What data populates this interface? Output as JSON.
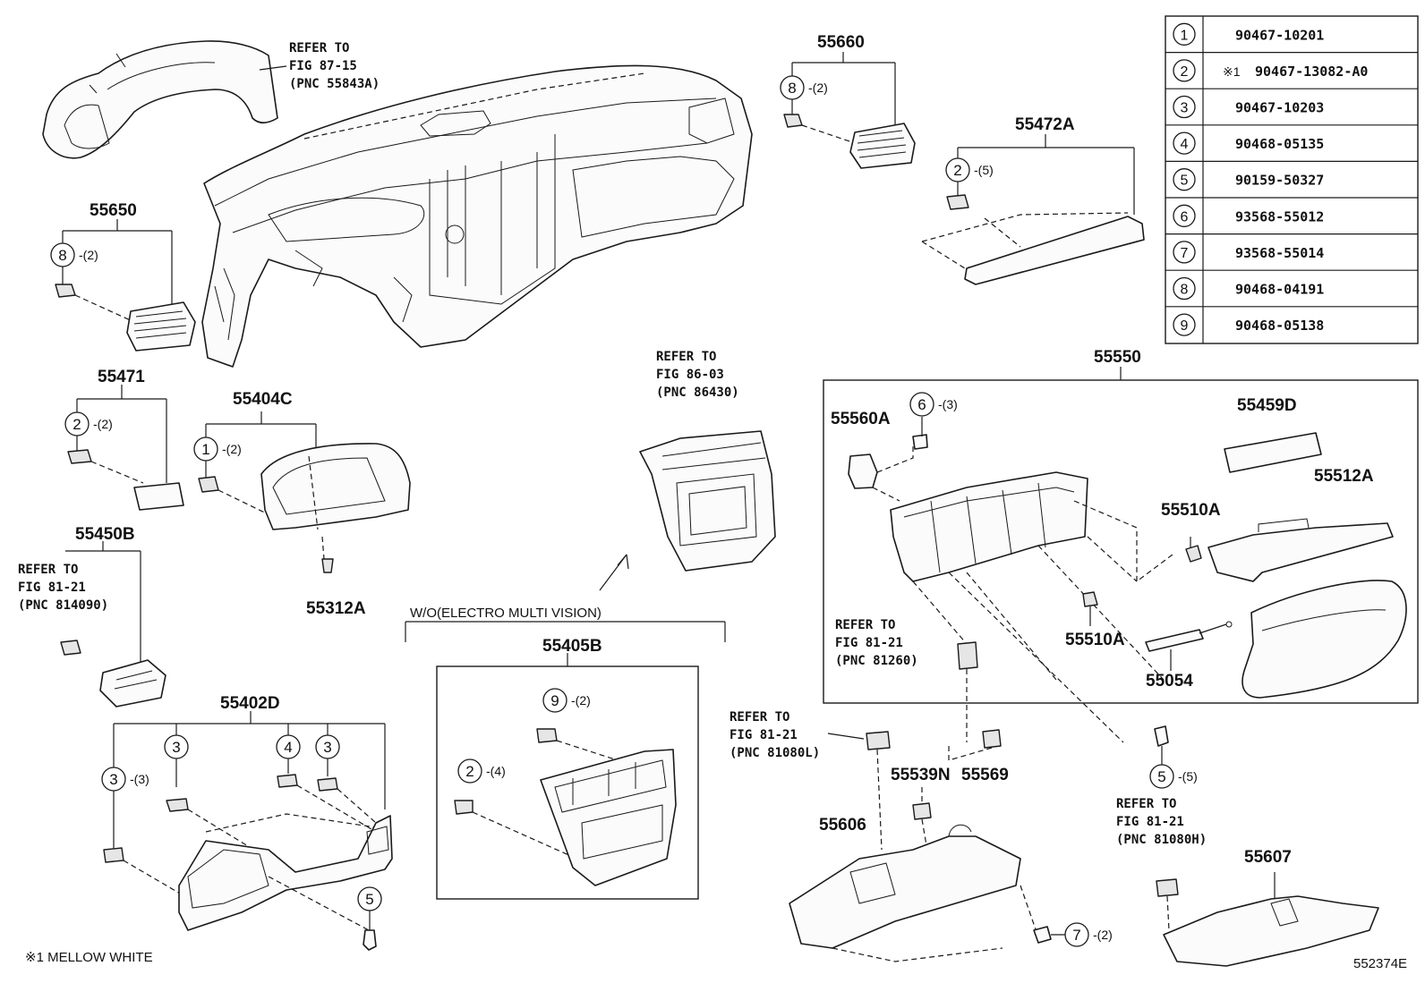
{
  "legend": [
    {
      "num": "1",
      "part": "90467-10201",
      "note": ""
    },
    {
      "num": "2",
      "part": "90467-13082-A0",
      "note": "※1"
    },
    {
      "num": "3",
      "part": "90467-10203",
      "note": ""
    },
    {
      "num": "4",
      "part": "90468-05135",
      "note": ""
    },
    {
      "num": "5",
      "part": "90159-50327",
      "note": ""
    },
    {
      "num": "6",
      "part": "93568-55012",
      "note": ""
    },
    {
      "num": "7",
      "part": "93568-55014",
      "note": ""
    },
    {
      "num": "8",
      "part": "90468-04191",
      "note": ""
    },
    {
      "num": "9",
      "part": "90468-05138",
      "note": ""
    }
  ],
  "callouts": [
    {
      "num": "8",
      "qty": "-(2)"
    },
    {
      "num": "2",
      "qty": "-(5)"
    },
    {
      "num": "8",
      "qty": "-(2)"
    },
    {
      "num": "2",
      "qty": "-(2)"
    },
    {
      "num": "1",
      "qty": "-(2)"
    },
    {
      "num": "6",
      "qty": "-(3)"
    },
    {
      "num": "9",
      "qty": "-(2)"
    },
    {
      "num": "2",
      "qty": "-(4)"
    },
    {
      "num": "3",
      "qty": "-(3)"
    },
    {
      "num": "3",
      "qty": ""
    },
    {
      "num": "4",
      "qty": ""
    },
    {
      "num": "3",
      "qty": ""
    },
    {
      "num": "5",
      "qty": ""
    },
    {
      "num": "5",
      "qty": "-(5)"
    },
    {
      "num": "7",
      "qty": "-(2)"
    }
  ],
  "labels": {
    "p55660": "55660",
    "p55472A": "55472A",
    "p55650": "55650",
    "p55471": "55471",
    "p55404C": "55404C",
    "p55450B": "55450B",
    "p55312A": "55312A",
    "p55405B": "55405B",
    "p55402D": "55402D",
    "p55550": "55550",
    "p55560A": "55560A",
    "p55459D": "55459D",
    "p55512A": "55512A",
    "p55510A_1": "55510A",
    "p55510A_2": "55510A",
    "p55054": "55054",
    "p55539N": "55539N",
    "p55569": "55569",
    "p55606": "55606",
    "p55607": "55607"
  },
  "refs": [
    {
      "l1": "REFER TO",
      "l2": "FIG 87-15",
      "l3": "(PNC 55843A)"
    },
    {
      "l1": "REFER TO",
      "l2": "FIG 86-03",
      "l3": "(PNC 86430)"
    },
    {
      "l1": "REFER TO",
      "l2": "FIG 81-21",
      "l3": "(PNC 814090)"
    },
    {
      "l1": "REFER TO",
      "l2": "FIG 81-21",
      "l3": "(PNC 81260)"
    },
    {
      "l1": "REFER TO",
      "l2": "FIG 81-21",
      "l3": "(PNC 81080L)"
    },
    {
      "l1": "REFER TO",
      "l2": "FIG 81-21",
      "l3": "(PNC 81080H)"
    }
  ],
  "wo_label": "W/O(ELECTRO MULTI VISION)",
  "footnote": "※1 MELLOW WHITE",
  "figure_id": "552374E"
}
